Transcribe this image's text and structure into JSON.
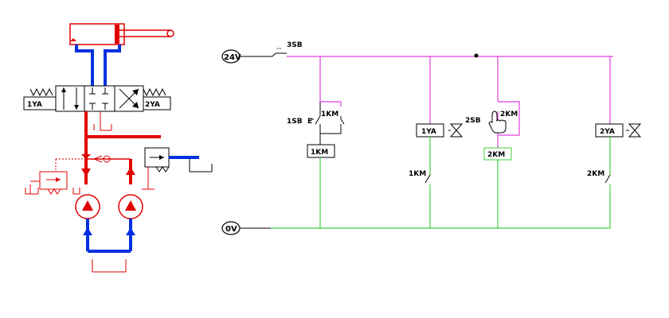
{
  "hydraulic": {
    "valve_left_label": "1YA",
    "valve_right_label": "2YA"
  },
  "electrical": {
    "rail_top_label": "24V",
    "rail_bottom_label": "0V",
    "switch_3sb_label": "3SB",
    "switch_1sb_label": "1SB",
    "switch_2sb_label": "2SB",
    "contact_1km_hold_label": "1KM",
    "contact_2km_hold_label": "2KM",
    "coil_1km_label": "1KM",
    "coil_2km_label": "2KM",
    "contact_1km_label": "1KM",
    "contact_2km_label": "2KM",
    "solenoid_1ya_label": "1YA",
    "solenoid_2ya_label": "2YA"
  },
  "colors": {
    "pressure_line": "#e00000",
    "return_line": "#0030e0",
    "energized_wire": "#e040e0",
    "neutral_wire": "#40d040",
    "component_red": "#e00000"
  }
}
